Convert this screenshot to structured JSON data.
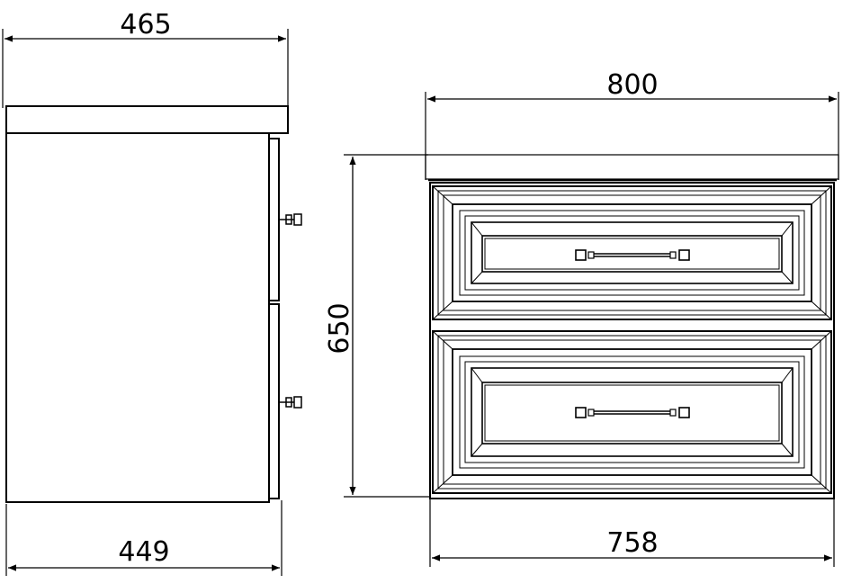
{
  "side_view": {
    "top_width": "465",
    "bottom_width": "449"
  },
  "front_view": {
    "top_width": "800",
    "height": "650",
    "bottom_width": "758"
  }
}
